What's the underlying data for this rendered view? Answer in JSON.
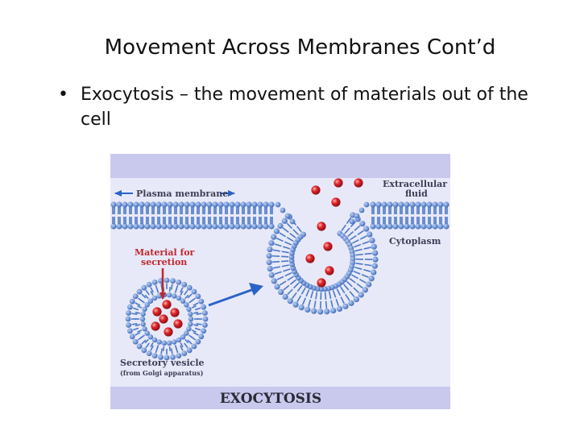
{
  "slide": {
    "title": "Movement Across Membranes Cont’d",
    "bullet_glyph": "•",
    "bullet_text": "Exocytosis – the movement of materials out of the cell"
  },
  "diagram": {
    "labels": {
      "plasma_membrane": "Plasma membrane",
      "extracellular_line1": "Extracellular",
      "extracellular_line2": "fluid",
      "cytoplasm": "Cytoplasm",
      "material_line1": "Material for",
      "material_line2": "secretion",
      "vesicle_line1": "Secretory vesicle",
      "vesicle_line2": "(from Golgi apparatus)",
      "banner": "EXOCYTOSIS"
    },
    "colors": {
      "background": "#e8e9f8",
      "band": "#c9c9ee",
      "lipid": "#4a78c8",
      "particle": "#e0262a",
      "arrow": "#2b63c6",
      "material_label": "#c0272d"
    }
  }
}
